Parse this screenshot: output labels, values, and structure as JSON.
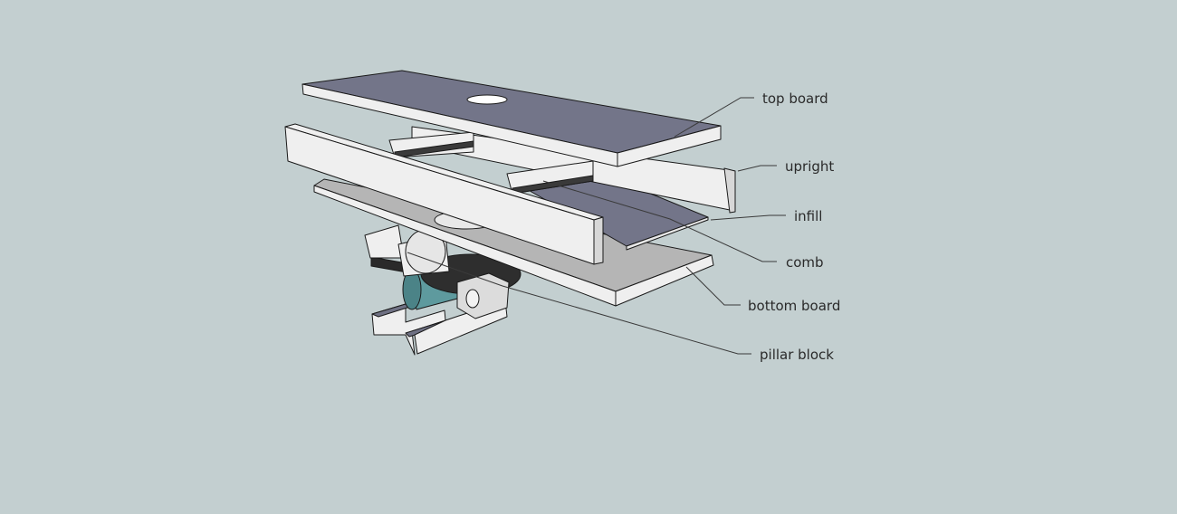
{
  "labels": {
    "top_board": "top board",
    "upright": "upright",
    "infill": "infill",
    "comb": "comb",
    "bottom_board": "bottom board",
    "pillar_block": "pillar block"
  },
  "colors": {
    "background": "#c3cfd0",
    "top_surface": "#737589",
    "board_side": "#efefef",
    "bottom_board_surface": "#b5b5b5",
    "cylinder": "#5e9a9e",
    "dark": "#2a2a2a"
  }
}
